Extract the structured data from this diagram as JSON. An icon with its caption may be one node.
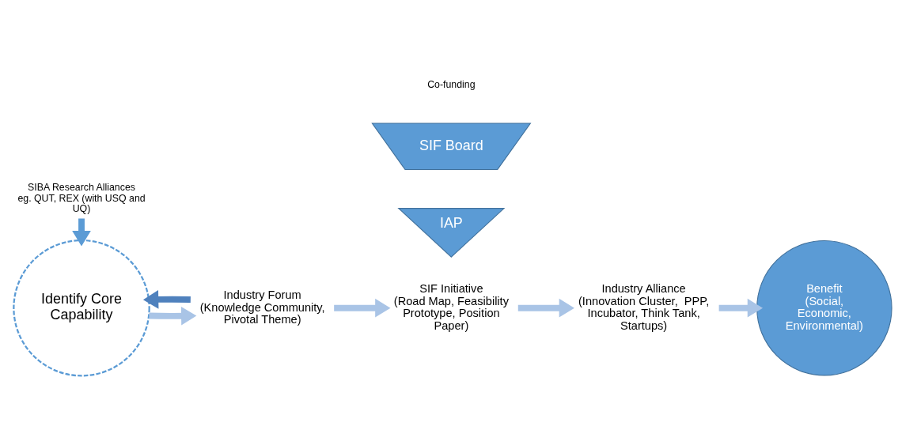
{
  "diagram": {
    "nodes": [
      {
        "text": [
          "Identify Core Capability"
        ]
      },
      {
        "text": [
          "Industry Forum",
          "(Knowledge Community, Pivotal Theme)"
        ]
      },
      {
        "text": [
          "SIF Initiative",
          "(Road Map, Feasibility Prototype, Position Paper)"
        ]
      },
      {
        "text": [
          "Industry Alliance",
          "(Innovation Cluster,  PPP, Incubator, Think Tank, Startups)"
        ]
      },
      {
        "text": [
          "Benefit",
          "(Social, Economic, Environmental)"
        ]
      },
      {
        "text": [
          "SIF Board"
        ],
        "beside": [
          "Co-funding"
        ]
      },
      {
        "text": [
          "IAP"
        ]
      },
      {
        "text": [
          "SIBA Research Alliances eg. QUT, REX (with USQ and UQ)"
        ]
      }
    ],
    "edges": [
      {
        "from": 0,
        "to": 1,
        "arrow": "to"
      },
      {
        "from": 1,
        "to": 2,
        "arrow": "to"
      },
      {
        "from": 2,
        "to": 3,
        "arrow": "to"
      },
      {
        "from": 3,
        "to": 4,
        "arrow": "to"
      },
      {
        "from": 1,
        "to": 0,
        "arrow": "to",
        "color": "#4f81bd"
      },
      {
        "from": 7,
        "to": 0,
        "arrow": "to",
        "color": "#5b9bd5"
      }
    ]
  }
}
